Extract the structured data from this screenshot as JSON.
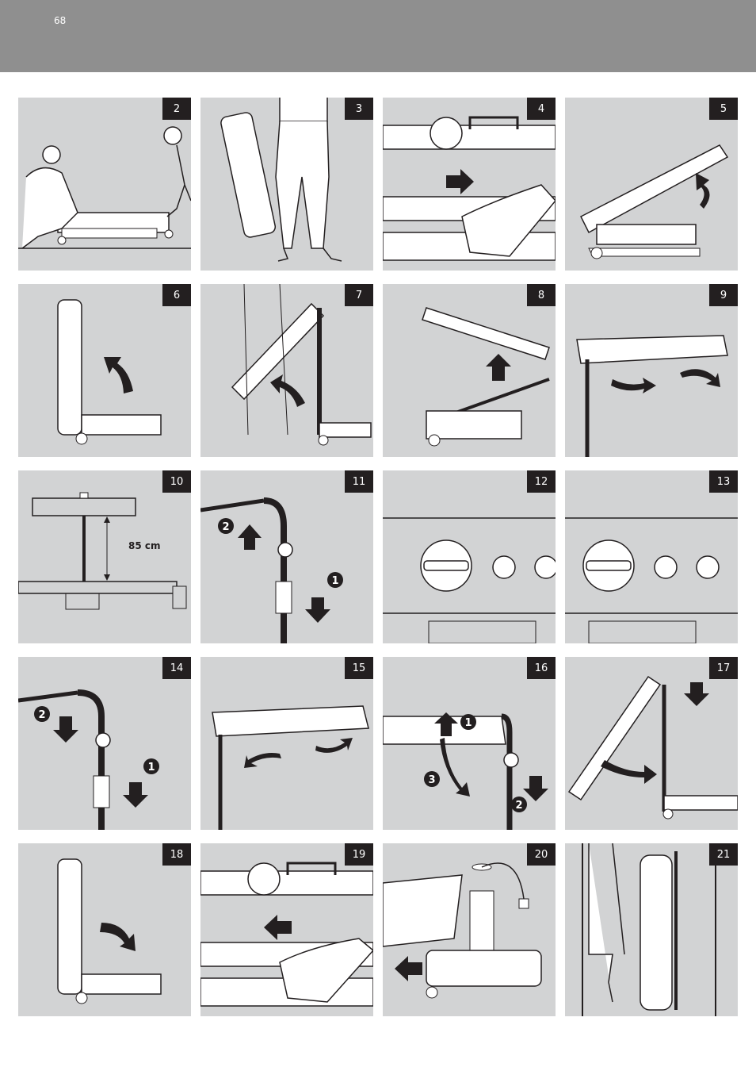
{
  "page": {
    "number": "68"
  },
  "steps": [
    "2",
    "3",
    "4",
    "5",
    "6",
    "7",
    "8",
    "9",
    "10",
    "11",
    "12",
    "13",
    "14",
    "15",
    "16",
    "17",
    "18",
    "19",
    "20",
    "21"
  ],
  "step10": {
    "height_label": "85 cm"
  },
  "callouts": {
    "one": "1",
    "two": "2",
    "three": "3"
  },
  "colors": {
    "header": "#8f8f8f",
    "panel": "#d2d3d4",
    "badge": "#231f20",
    "ink": "#231f20"
  }
}
